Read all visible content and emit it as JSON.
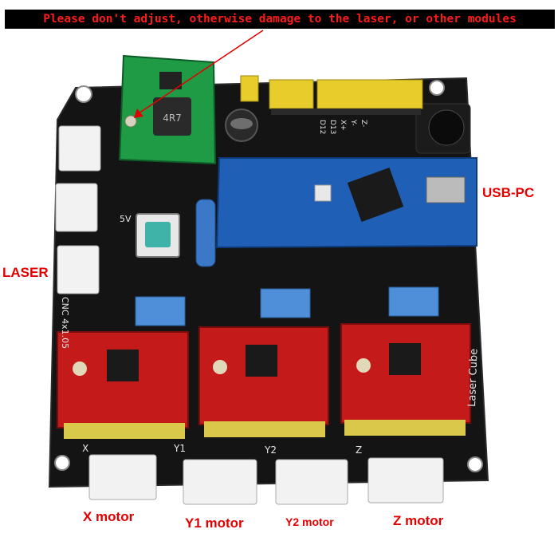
{
  "warning": "Please don't adjust, otherwise damage to the laser, or other modules",
  "labels": {
    "usb_pc": "USB-PC",
    "laser": "LASER",
    "x_motor": "X motor",
    "y1_motor": "Y1 motor",
    "y2_motor": "Y2 motor",
    "z_motor": "Z motor"
  },
  "board": {
    "inductor_marking": "4R7",
    "side_label": "Laser Cube",
    "model_label": "CNC 4x1.05",
    "pin_labels": [
      "D12",
      "D13",
      "X+",
      "Y-",
      "Z-"
    ],
    "connector_x": "X",
    "connector_y1": "Y1",
    "connector_y2": "Y2",
    "connector_z": "Z",
    "voltage": "5V"
  },
  "colors": {
    "pcb": "#141414",
    "driver_red": "#c41a1a",
    "nano_blue": "#1f5fb5",
    "buck_green": "#1f9a45",
    "label_red": "#e30000"
  }
}
